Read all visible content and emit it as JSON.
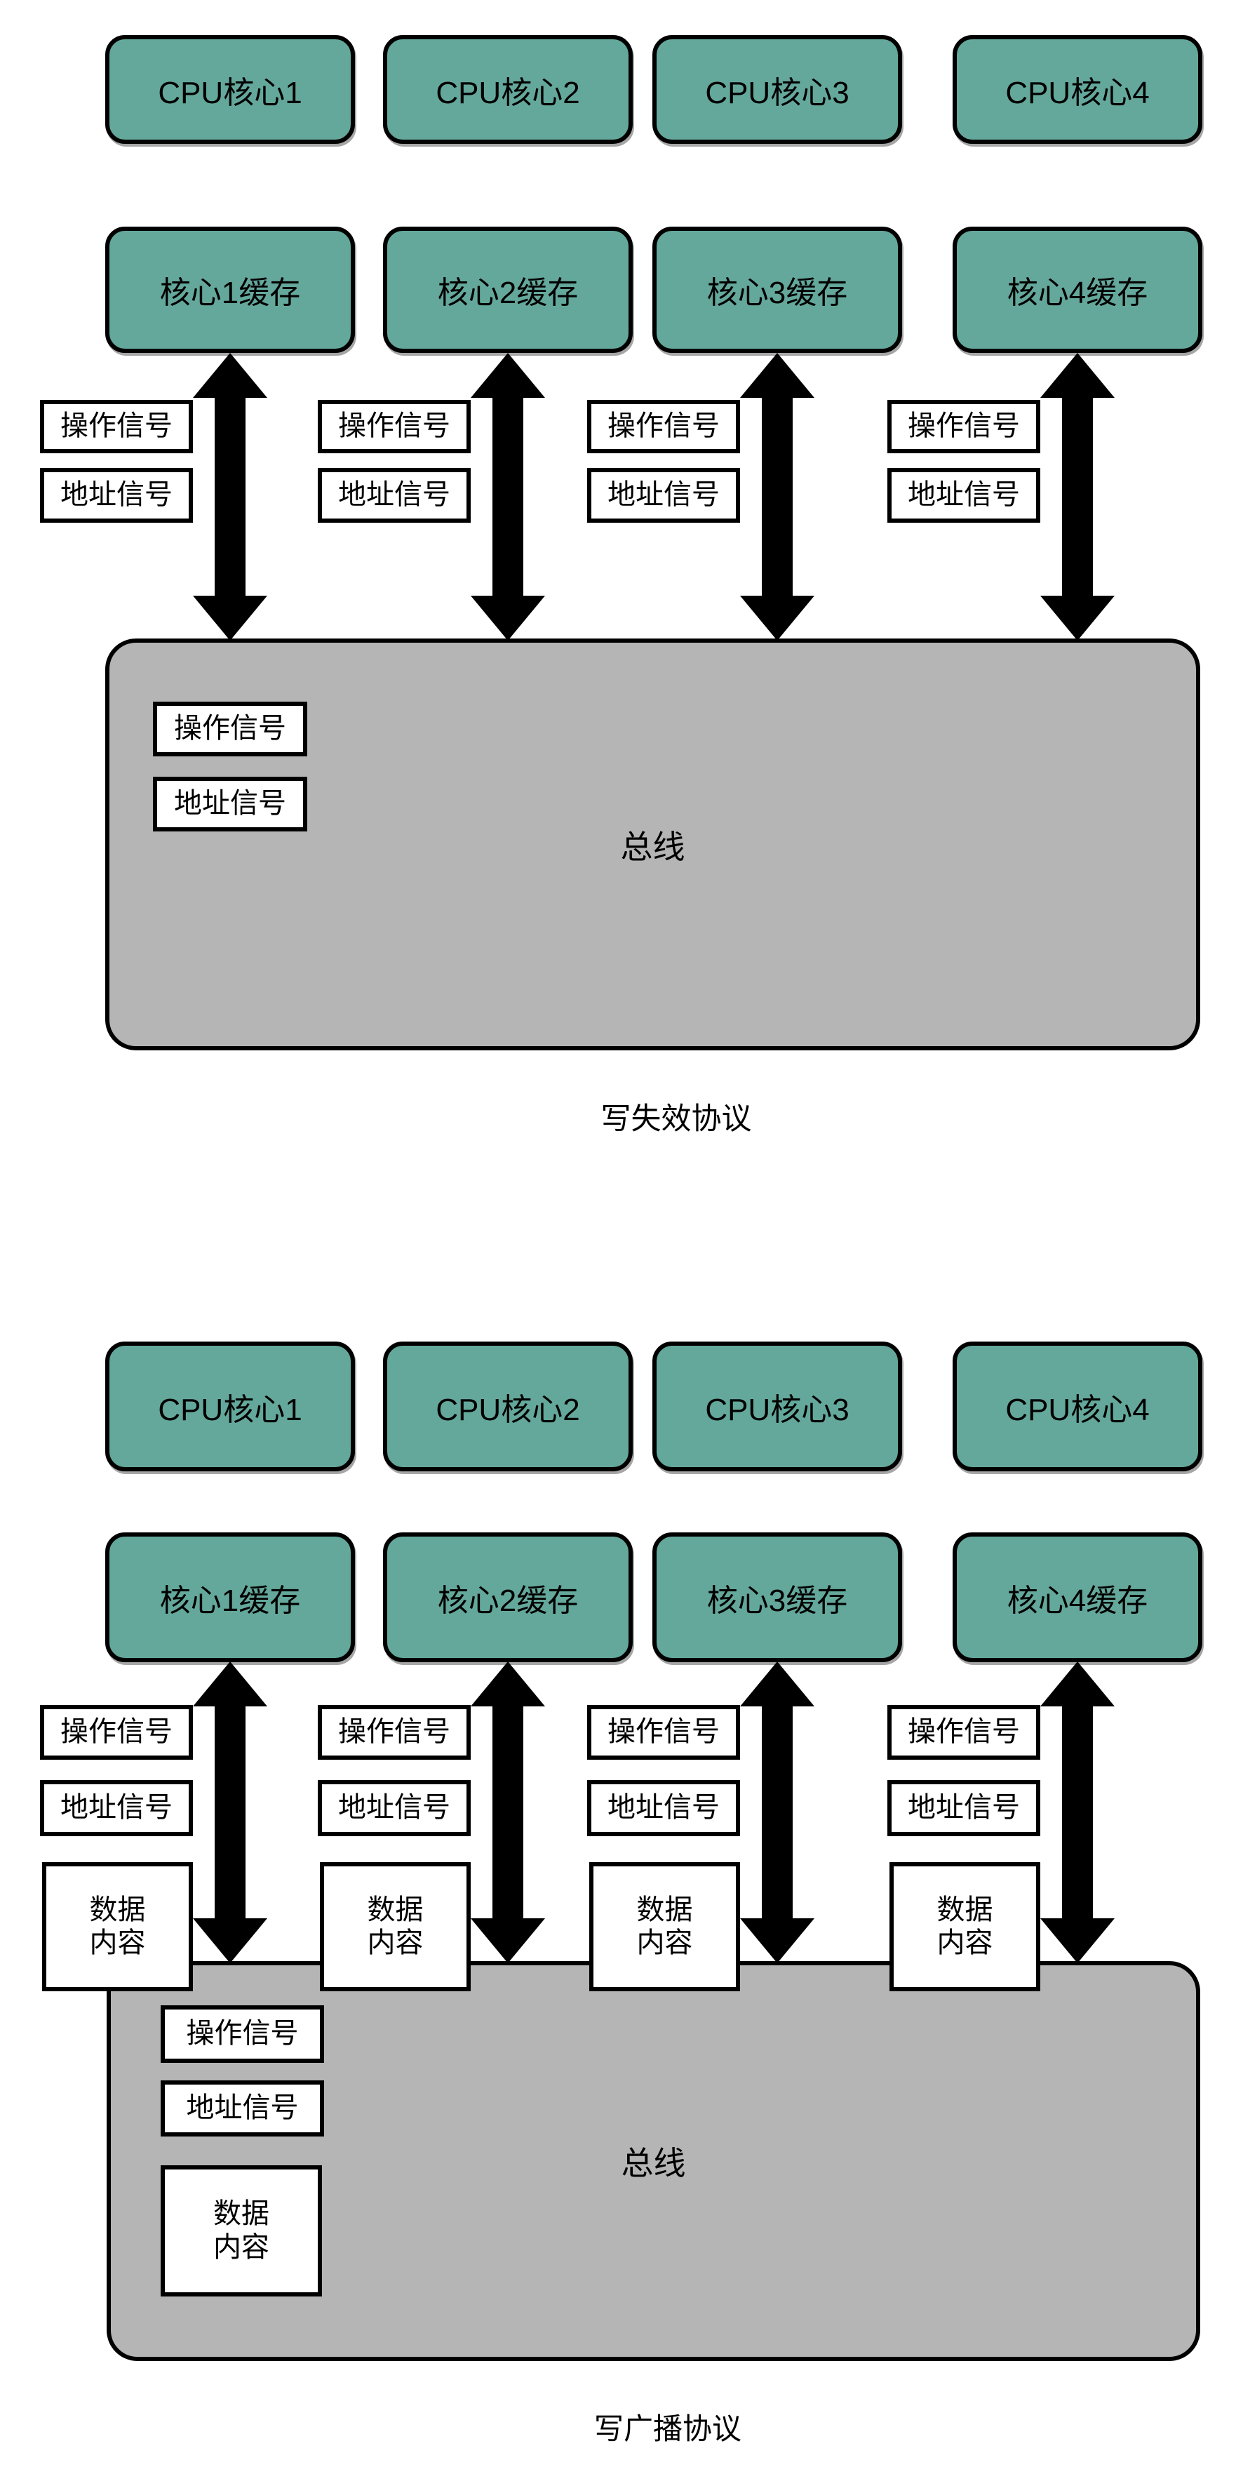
{
  "colors": {
    "teal": "#64a89c",
    "bus-gray": "#b5b5b5",
    "ink": "#000000",
    "paper": "#ffffff"
  },
  "diagram1": {
    "caption": "写失效协议",
    "cpu": [
      "CPU核心1",
      "CPU核心2",
      "CPU核心3",
      "CPU核心4"
    ],
    "cache": [
      "核心1缓存",
      "核心2缓存",
      "核心3缓存",
      "核心4缓存"
    ],
    "op_signal": "操作信号",
    "addr_signal": "地址信号",
    "bus": {
      "label": "总线",
      "op_signal": "操作信号",
      "addr_signal": "地址信号"
    }
  },
  "diagram2": {
    "caption": "写广播协议",
    "cpu": [
      "CPU核心1",
      "CPU核心2",
      "CPU核心3",
      "CPU核心4"
    ],
    "cache": [
      "核心1缓存",
      "核心2缓存",
      "核心3缓存",
      "核心4缓存"
    ],
    "op_signal": "操作信号",
    "addr_signal": "地址信号",
    "data_content_lines": [
      "数据",
      "内容"
    ],
    "bus": {
      "label": "总线",
      "op_signal": "操作信号",
      "addr_signal": "地址信号",
      "data_content_lines": [
        "数据",
        "内容"
      ]
    }
  }
}
